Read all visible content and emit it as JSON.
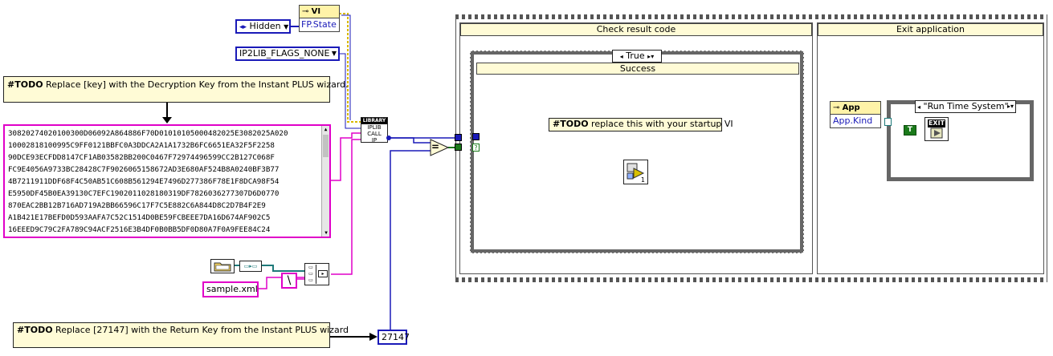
{
  "top": {
    "prop_node_label": "VI",
    "prop_name": "FP.State",
    "state_value": "Hidden"
  },
  "flags_constant": "IP2LIB_FLAGS_NONE",
  "notes": {
    "decryption_key": {
      "prefix": "#TODO",
      "text": " Replace [key] with the Decryption Key from the Instant PLUS wizard."
    },
    "return_key": {
      "prefix": "#TODO",
      "text": " Replace  [27147] with the Return Key from the Instant PLUS wizard"
    },
    "startup_vi": {
      "prefix": "#TODO",
      "text": " replace this with your startup VI"
    }
  },
  "key_lines": [
    "30820274020100300D06092A864886F70D01010105000482025E3082025A020",
    "10002818100995C9FF0121BBFC0A3DDCA2A1A1732B6FC6651EA32F5F2258",
    "90DCE93ECFDD8147CF1AB03582BB200C0467F72974496599CC2B127C068F",
    "FC9E4056A9733BC28428C7F9026065158672AD3E680AF524B8A0240BF3B77",
    "4B7211911DDF68F4C50AB51C608B561294E7496D277386F78E1F8DCA98F54",
    "E5950DF45B0EA39130C7EFC1902011028180319DF7826036277307D6D0770",
    "870EAC2BB12B716AD719A2BB66596C17F7C5E882C6A844D8C2D7B4F2E9",
    "A1B421E17BEFD0D593AAFA7C52C1514D0BE59FCBEEE7DA16D674AF902C5",
    "16EEED9C79C2FA789C94ACF2516E3B4DF0B0BB5DF0D80A7F0A9FEE84C24"
  ],
  "call_node": {
    "line1": "LIBRARY",
    "line2": "IPLIB",
    "line3": "CALL",
    "line4": "IP"
  },
  "file_name": "sample.xml",
  "path_separator": "\\",
  "return_key_value": "27147",
  "compare_symbol": "=",
  "case_structure": {
    "check_header": "Check result code",
    "selector_value": "True",
    "case_title": "Success"
  },
  "exit_frame": {
    "header": "Exit application",
    "app_node_label": "App",
    "app_prop": "App.Kind",
    "selector_value": "\"Run Time System\"",
    "exit_label": "EXIT",
    "true_constant": "T"
  },
  "subvi_index": "1",
  "colors": {
    "note_bg": "#fffbd6",
    "string_wire": "#e000c8",
    "numeric_wire": "#1a1ab8",
    "bool_wire": "#1a7a1a",
    "refnum_wire": "#1e7a7a",
    "enum_border": "#1a1ab8",
    "yellow_wire": "#d8b800"
  }
}
